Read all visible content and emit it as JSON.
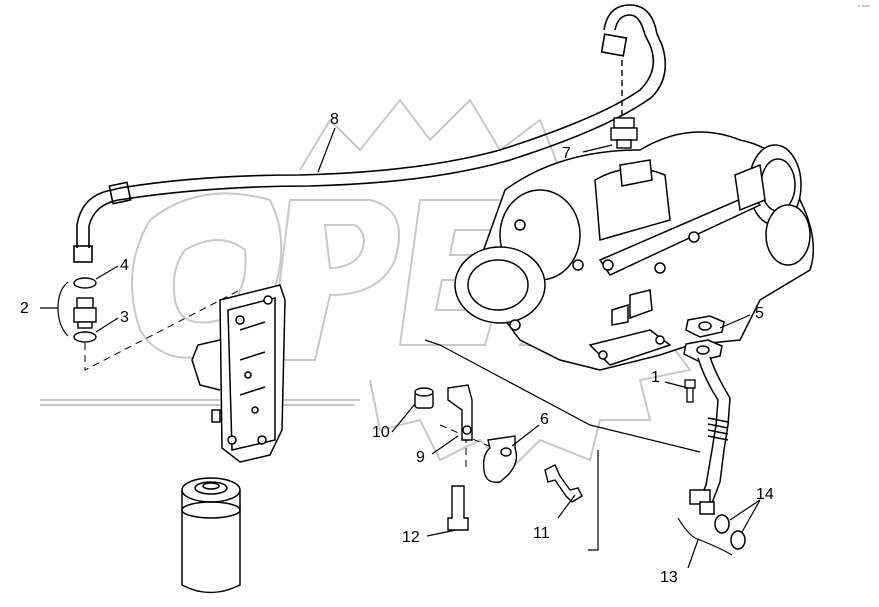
{
  "diagram": {
    "corner_mark": "⁰ ⁰⁰⁰⁰",
    "watermark_text": "OPEX",
    "callouts": [
      {
        "id": "c1",
        "text": "1"
      },
      {
        "id": "c2",
        "text": "2"
      },
      {
        "id": "c3",
        "text": "3"
      },
      {
        "id": "c4",
        "text": "4"
      },
      {
        "id": "c5",
        "text": "5"
      },
      {
        "id": "c6",
        "text": "6"
      },
      {
        "id": "c7",
        "text": "7"
      },
      {
        "id": "c8",
        "text": "8"
      },
      {
        "id": "c9",
        "text": "9"
      },
      {
        "id": "c10",
        "text": "10"
      },
      {
        "id": "c11",
        "text": "11"
      },
      {
        "id": "c12",
        "text": "12"
      },
      {
        "id": "c13",
        "text": "13"
      },
      {
        "id": "c14",
        "text": "14"
      }
    ]
  }
}
